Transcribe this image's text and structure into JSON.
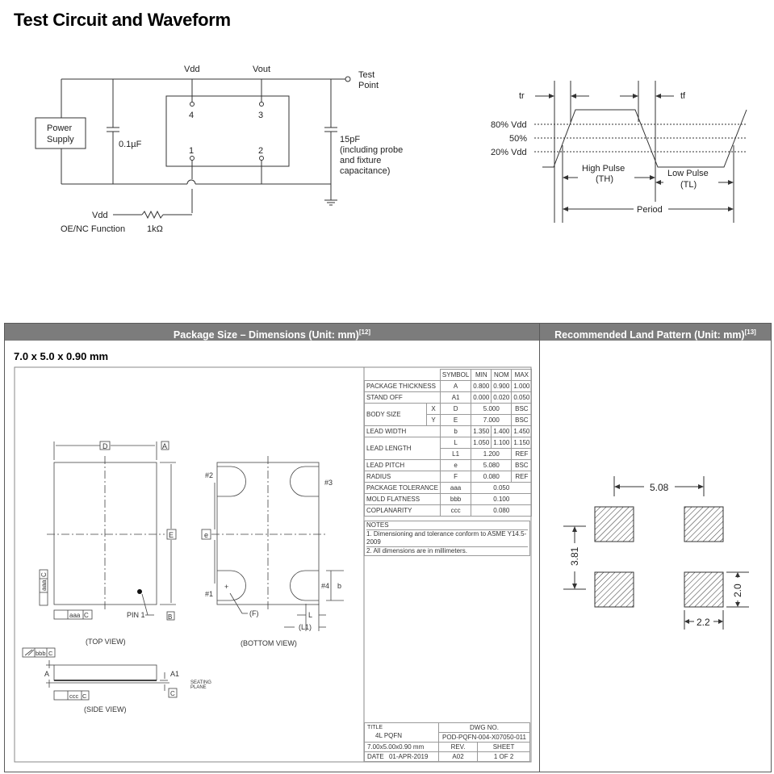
{
  "title": "Test Circuit and Waveform",
  "circuit": {
    "vdd": "Vdd",
    "vout": "Vout",
    "test_point": [
      "Test",
      "Point"
    ],
    "power_supply": [
      "Power",
      "Supply"
    ],
    "cap1": "0.1µF",
    "cap2": [
      "15pF",
      "(including probe",
      "and fixture",
      "capacitance)"
    ],
    "pin4": "4",
    "pin3": "3",
    "pin1": "1",
    "pin2": "2",
    "vdd_oe": "Vdd",
    "oe_label": "OE/NC Function",
    "resistor": "1kΩ"
  },
  "waveform": {
    "tr": "tr",
    "tf": "tf",
    "level80": "80% Vdd",
    "level50": "50%",
    "level20": "20% Vdd",
    "high_pulse": [
      "High Pulse",
      "(TH)"
    ],
    "low_pulse": [
      "Low Pulse",
      "(TL)"
    ],
    "period": "Period"
  },
  "package": {
    "header": "Package Size – Dimensions (Unit: mm)",
    "header_ref": "[12]",
    "size": "7.0 x 5.0 x 0.90 mm",
    "table": {
      "headers": [
        "SYMBOL",
        "MIN",
        "NOM",
        "MAX"
      ],
      "thickness": [
        "PACKAGE THICKNESS",
        "A",
        "0.800",
        "0.900",
        "1.000"
      ],
      "standoff": [
        "STAND OFF",
        "A1",
        "0.000",
        "0.020",
        "0.050"
      ],
      "body_size": "BODY SIZE",
      "body_x": [
        "X",
        "D",
        "5.000",
        "BSC"
      ],
      "body_y": [
        "Y",
        "E",
        "7.000",
        "BSC"
      ],
      "lead_width": [
        "LEAD WIDTH",
        "b",
        "1.350",
        "1.400",
        "1.450"
      ],
      "lead_length": "LEAD LENGTH",
      "lead_length_l": [
        "L",
        "1.050",
        "1.100",
        "1.150"
      ],
      "lead_length_l1": [
        "L1",
        "1.200",
        "REF"
      ],
      "lead_pitch": [
        "LEAD PITCH",
        "e",
        "5.080",
        "BSC"
      ],
      "radius": [
        "RADIUS",
        "F",
        "0.080",
        "REF"
      ],
      "pkg_tol": [
        "PACKAGE TOLERANCE",
        "aaa",
        "0.050"
      ],
      "mold_flat": [
        "MOLD FLATNESS",
        "bbb",
        "0.100"
      ],
      "coplanarity": [
        "COPLANARITY",
        "ccc",
        "0.080"
      ]
    },
    "notes_title": "NOTES",
    "note1": "1. Dimensioning and tolerance conform to ASME Y14.5-2009",
    "note2": "2. All dimensions are in millimeters.",
    "drawing": {
      "d": "D",
      "a_box": "A",
      "e_big": "E",
      "b_box": "B",
      "c_box": "C",
      "aaa": "aaa",
      "bbb": "bbb",
      "ccc": "ccc",
      "pin1": "PIN 1",
      "top_view": "(TOP VIEW)",
      "pad2": "#2",
      "pad3": "#3",
      "pad1": "#1",
      "pad4": "#4",
      "e_small": "e",
      "b_small": "b",
      "f": "(F)",
      "l": "L",
      "l1": "(L1)",
      "bottom_view": "(BOTTOM VIEW)",
      "a_side": "A",
      "a1": "A1",
      "seating": [
        "SEATING",
        "PLANE"
      ],
      "side_view": "(SIDE VIEW)"
    },
    "title_block": {
      "title_label": "TITLE",
      "title_value": "4L PQFN",
      "dwg_label": "DWG NO.",
      "dwg_value": "POD-PQFN-004-X07050-011",
      "desc": "7.00x5.00x0.90 mm",
      "rev_label": "REV.",
      "sheet_label": "SHEET",
      "date_label": "DATE",
      "date_value": "01-APR-2019",
      "rev_value": "A02",
      "sheet_value": "1 OF 2"
    }
  },
  "land": {
    "header": "Recommended Land Pattern (Unit: mm)",
    "header_ref": "[13]",
    "pitch_x": "5.08",
    "pitch_y": "3.81",
    "pad_h": "2.0",
    "pad_w": "2.2"
  }
}
